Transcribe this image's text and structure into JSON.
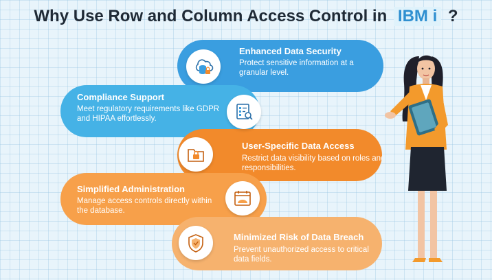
{
  "title": {
    "before": "Why Use Row and Column Access Control in",
    "highlight": "IBM i",
    "after": "?"
  },
  "items": [
    {
      "title": "Enhanced Data Security",
      "description": "Protect sensitive information at a granular level.",
      "icon": "cloud-database-lock-icon",
      "color": "#3a9ee0"
    },
    {
      "title": "Compliance Support",
      "description": "Meet regulatory requirements like GDPR and HIPAA effortlessly.",
      "icon": "checklist-search-icon",
      "color": "#45b2e6"
    },
    {
      "title": "User-Specific Data Access",
      "description": "Restrict data visibility based on roles and responsibilities.",
      "icon": "folder-lock-icon",
      "color": "#f28a2b"
    },
    {
      "title": "Simplified Administration",
      "description": "Manage access controls directly within the database.",
      "icon": "calendar-admin-icon",
      "color": "#f7a04a"
    },
    {
      "title": "Minimized Risk of Data Breach",
      "description": "Prevent unauthorized access to critical data fields.",
      "icon": "shield-icon",
      "color": "#f6b26e"
    }
  ],
  "colors": {
    "background": "#e8f4fb",
    "title_text": "#1f2a36",
    "highlight_text": "#2f8fd0",
    "connector": "#4a5a6a"
  }
}
